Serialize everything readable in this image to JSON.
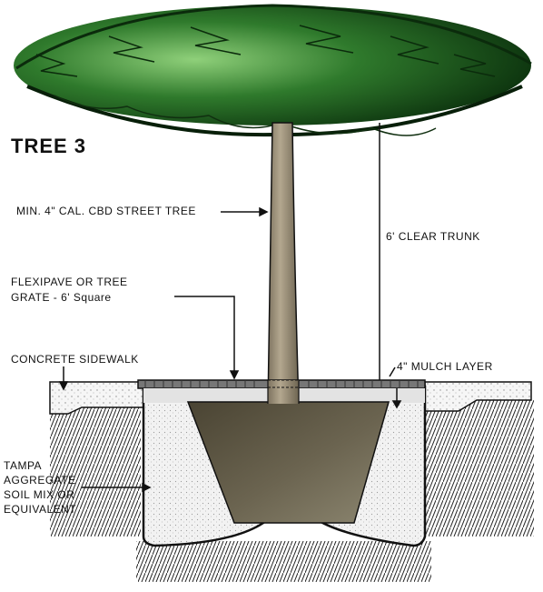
{
  "title": "TREE 3",
  "labels": {
    "street_tree": "MIN. 4\" CAL. CBD STREET TREE",
    "clear_trunk": "6' CLEAR TRUNK",
    "grate_line1": "FLEXIPAVE OR TREE",
    "grate_line2": "GRATE - 6' Square",
    "sidewalk": "CONCRETE SIDEWALK",
    "mulch": "4\" MULCH LAYER",
    "soil_line1": "TAMPA",
    "soil_line2": "AGGREGATE",
    "soil_line3": "SOIL MIX OR",
    "soil_line4": "EQUIVALENT"
  },
  "colors": {
    "canopy_dark": "#0f3d12",
    "canopy_mid": "#2f7a2c",
    "canopy_light": "#7fc06a",
    "trunk": "#9a8e78",
    "root_ball": "#5c5540",
    "soil": "#eeeeee",
    "line": "#111111"
  }
}
